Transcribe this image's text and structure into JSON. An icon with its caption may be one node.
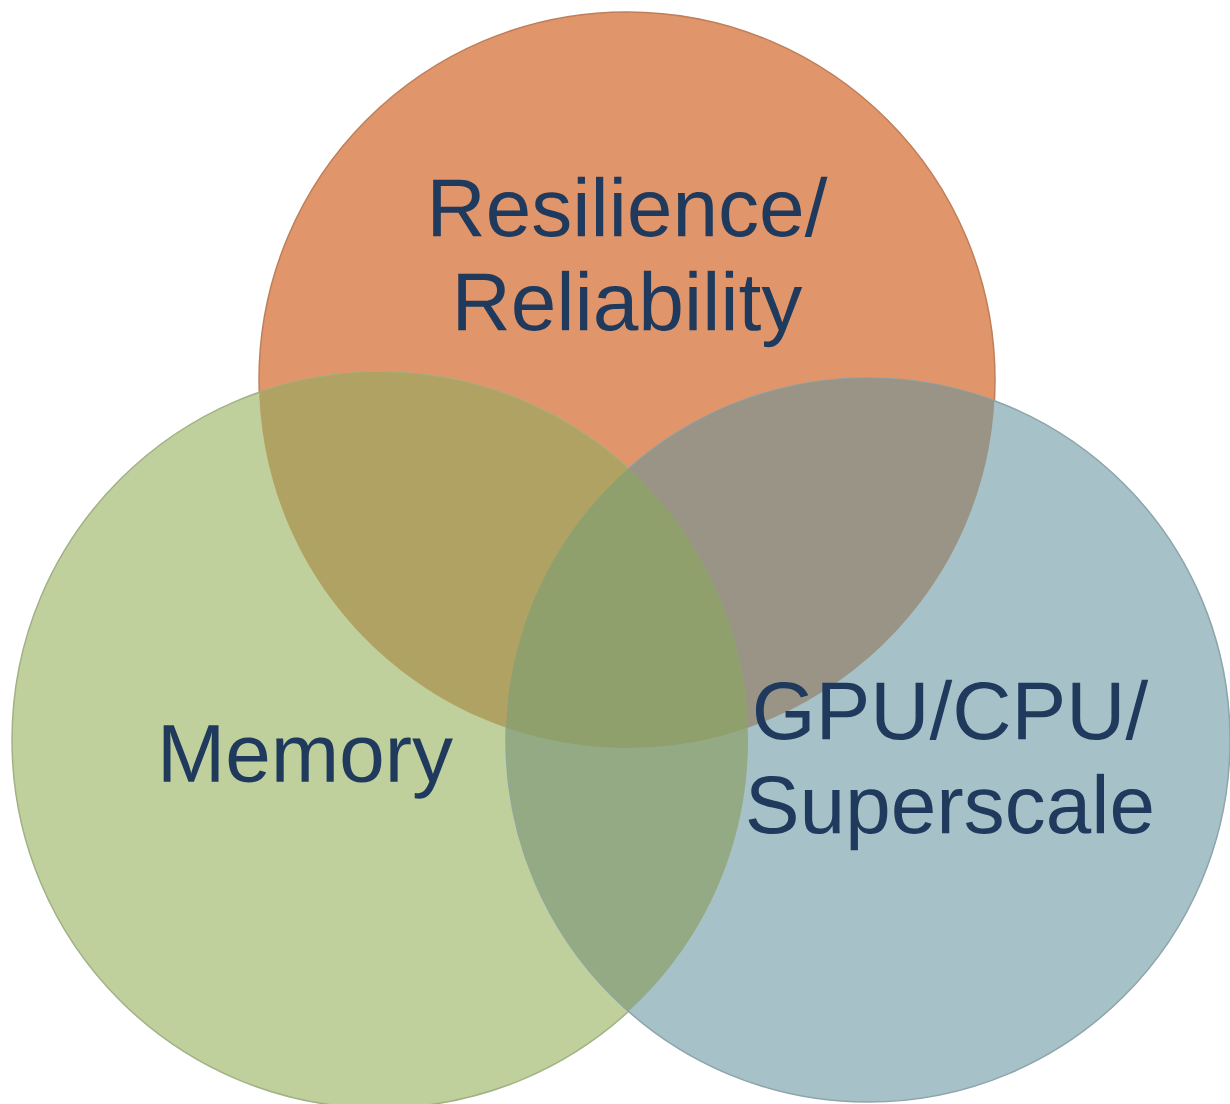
{
  "diagram": {
    "nodes": [
      {
        "text": [
          "Resilience/ Reliability"
        ]
      },
      {
        "text": [
          "Memory"
        ]
      },
      {
        "text": [
          "GPU/CPU/ Superscale"
        ]
      }
    ]
  }
}
